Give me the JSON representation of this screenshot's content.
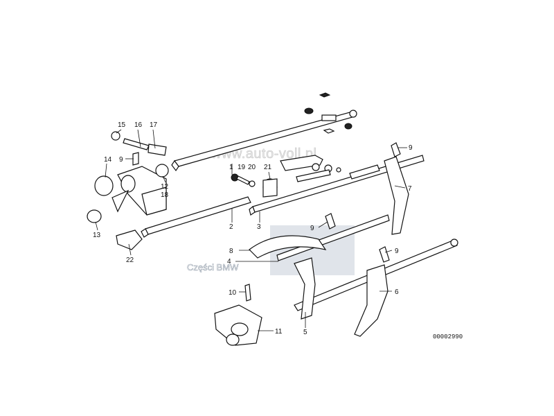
{
  "watermark": {
    "site": "www.auto-voll.pl",
    "text": "Części BMW"
  },
  "document_number": "00002990",
  "callouts": [
    {
      "key": "c1",
      "text": "1"
    },
    {
      "key": "c2",
      "text": "2"
    },
    {
      "key": "c3",
      "text": "3"
    },
    {
      "key": "c4",
      "text": "4"
    },
    {
      "key": "c5",
      "text": "5"
    },
    {
      "key": "c6",
      "text": "6"
    },
    {
      "key": "c7",
      "text": "7"
    },
    {
      "key": "c8",
      "text": "8"
    },
    {
      "key": "c9a",
      "text": "9"
    },
    {
      "key": "c9b",
      "text": "9"
    },
    {
      "key": "c9c",
      "text": "9"
    },
    {
      "key": "c9d",
      "text": "9"
    },
    {
      "key": "c10",
      "text": "10"
    },
    {
      "key": "c11",
      "text": "11"
    },
    {
      "key": "c12",
      "text": "12"
    },
    {
      "key": "c13",
      "text": "13"
    },
    {
      "key": "c14",
      "text": "14"
    },
    {
      "key": "c15",
      "text": "15"
    },
    {
      "key": "c16",
      "text": "16"
    },
    {
      "key": "c17",
      "text": "17"
    },
    {
      "key": "c18",
      "text": "18"
    },
    {
      "key": "c19",
      "text": "19"
    },
    {
      "key": "c20",
      "text": "20"
    },
    {
      "key": "c21",
      "text": "21"
    },
    {
      "key": "c22",
      "text": "22"
    }
  ]
}
